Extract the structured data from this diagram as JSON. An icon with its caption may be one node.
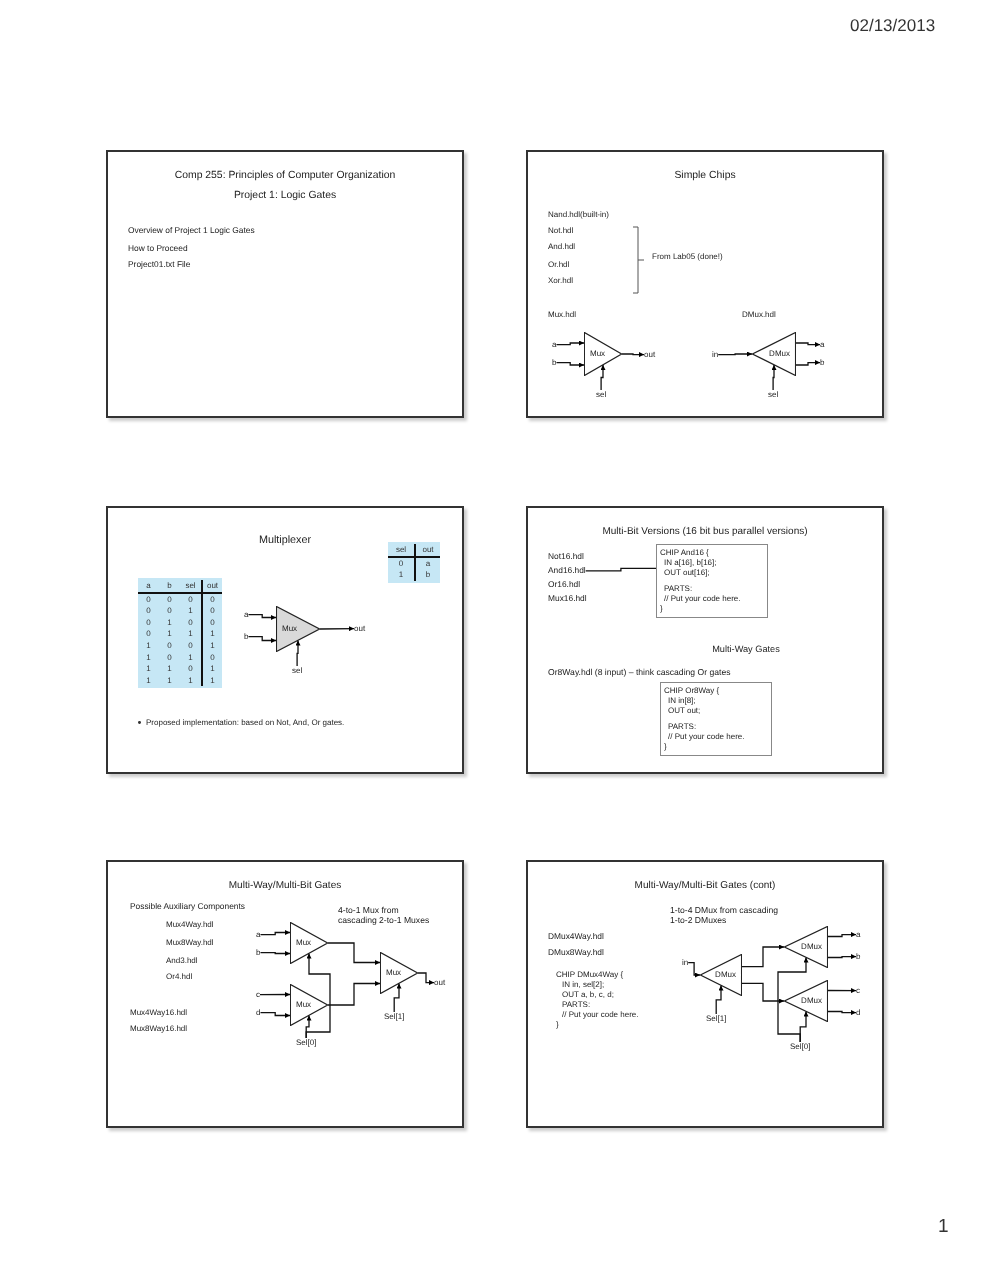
{
  "diagram": {
    "nodes": [
      {
        "text": [
          "Comp 255: Principles of Computer Organization",
          "Project 1: Logic Gates",
          "Overview of Project 1 Logic Gates",
          "How to Proceed",
          "Project01.txt File"
        ]
      },
      {
        "text": [
          "Simple Chips",
          "Nand.hdl(built-in)",
          "Not.hdl",
          "And.hdl",
          "Or.hdl",
          "Xor.hdl",
          "From Lab05 (done!)",
          "Mux.hdl",
          "DMux.hdl"
        ]
      },
      {
        "text": [
          "Mux"
        ],
        "in": 1
      },
      {
        "text": [
          "a"
        ],
        "in": 1
      },
      {
        "text": [
          "b"
        ],
        "in": 1
      },
      {
        "text": [
          "sel"
        ],
        "in": 1
      },
      {
        "text": [
          "out"
        ],
        "in": 1
      },
      {
        "text": [
          "DMux"
        ],
        "in": 1
      },
      {
        "text": [
          "in"
        ],
        "in": 1
      },
      {
        "text": [
          "a"
        ],
        "in": 1
      },
      {
        "text": [
          "b"
        ],
        "in": 1
      },
      {
        "text": [
          "sel"
        ],
        "in": 1
      },
      {
        "text": [
          "Multiplexer",
          "Proposed implementation: based on Not, And, Or gates."
        ]
      },
      {
        "text": [
          "a",
          "b",
          "sel",
          "out",
          "0",
          "0",
          "0",
          "0",
          "0",
          "0",
          "1",
          "0",
          "0",
          "1",
          "0",
          "0",
          "0",
          "1",
          "1",
          "1",
          "1",
          "0",
          "0",
          "1",
          "1",
          "0",
          "1",
          "0",
          "1",
          "1",
          "0",
          "1",
          "1",
          "1",
          "1",
          "1"
        ],
        "in": 12
      },
      {
        "text": [
          "sel",
          "out",
          "0",
          "a",
          "1",
          "b"
        ],
        "in": 12
      },
      {
        "text": [
          "Mux"
        ],
        "in": 12
      },
      {
        "text": [
          "a"
        ],
        "in": 12
      },
      {
        "text": [
          "b"
        ],
        "in": 12
      },
      {
        "text": [
          "sel"
        ],
        "in": 12
      },
      {
        "text": [
          "out"
        ],
        "in": 12
      },
      {
        "text": [
          "Multi-Bit Versions (16 bit bus parallel versions)",
          "Not16.hdl",
          "Or16.hdl",
          "Mux16.hdl",
          "Multi-Way Gates",
          "Or8Way.hdl  (8 input) – think cascading Or gates"
        ]
      },
      {
        "text": [
          "And16.hdl"
        ],
        "in": 20
      },
      {
        "text": [
          "CHIP And16 {",
          "IN a[16], b[16];",
          "OUT out[16];",
          "PARTS:",
          "// Put your code here.",
          "}"
        ],
        "in": 20
      },
      {
        "text": [
          "CHIP Or8Way {",
          "IN in[8];",
          "OUT out;",
          "PARTS:",
          "// Put your code here.",
          "}"
        ],
        "in": 20
      },
      {
        "text": [
          "Multi-Way/Multi-Bit Gates",
          "Possible Auxiliary  Components",
          "Mux4Way.hdl",
          "Mux8Way.hdl",
          "And3.hdl",
          "Or4.hdl",
          "Mux4Way16.hdl",
          "Mux8Way16.hdl",
          "4-to-1 Mux from cascading 2-to-1 Muxes"
        ]
      },
      {
        "text": [
          "Mux"
        ],
        "in": 24
      },
      {
        "text": [
          "Mux"
        ],
        "in": 24
      },
      {
        "text": [
          "Mux"
        ],
        "in": 24
      },
      {
        "text": [
          "a"
        ],
        "in": 24
      },
      {
        "text": [
          "b"
        ],
        "in": 24
      },
      {
        "text": [
          "c"
        ],
        "in": 24
      },
      {
        "text": [
          "d"
        ],
        "in": 24
      },
      {
        "text": [
          "out"
        ],
        "in": 24
      },
      {
        "text": [
          "Sel[1]"
        ],
        "in": 24
      },
      {
        "text": [
          "Sel[0]"
        ],
        "in": 24
      },
      {
        "text": [
          "Multi-Way/Multi-Bit Gates (cont)",
          "1-to-4 DMux from cascading 1-to-2 DMuxes",
          "DMux4Way.hdl",
          "DMux8Way.hdl",
          "CHIP DMux4Way {",
          "IN in, sel[2];",
          "OUT a, b, c, d;",
          "PARTS:",
          "// Put your code here.",
          "}"
        ]
      },
      {
        "text": [
          "DMux"
        ],
        "in": 35
      },
      {
        "text": [
          "DMux"
        ],
        "in": 35
      },
      {
        "text": [
          "DMux"
        ],
        "in": 35
      },
      {
        "text": [
          "in"
        ],
        "in": 35
      },
      {
        "text": [
          "a"
        ],
        "in": 35
      },
      {
        "text": [
          "b"
        ],
        "in": 35
      },
      {
        "text": [
          "c"
        ],
        "in": 35
      },
      {
        "text": [
          "d"
        ],
        "in": 35
      },
      {
        "text": [
          "Sel[1]"
        ],
        "in": 35
      },
      {
        "text": [
          "Sel[0]"
        ],
        "in": 35
      }
    ],
    "edges": [
      {
        "from": 3,
        "to": 2,
        "arrow": "to"
      },
      {
        "from": 4,
        "to": 2,
        "arrow": "to"
      },
      {
        "from": 5,
        "to": 2,
        "arrow": "to"
      },
      {
        "from": 2,
        "to": 6,
        "arrow": "to"
      },
      {
        "from": 8,
        "to": 7,
        "arrow": "to"
      },
      {
        "from": 7,
        "to": 9,
        "arrow": "to"
      },
      {
        "from": 7,
        "to": 10,
        "arrow": "to"
      },
      {
        "from": 11,
        "to": 7,
        "arrow": "to"
      },
      {
        "from": 16,
        "to": 15,
        "arrow": "to"
      },
      {
        "from": 17,
        "to": 15,
        "arrow": "to"
      },
      {
        "from": 18,
        "to": 15,
        "arrow": "to"
      },
      {
        "from": 15,
        "to": 19,
        "arrow": "to"
      },
      {
        "from": 21,
        "to": 22,
        "arrow": "none"
      },
      {
        "from": 28,
        "to": 25,
        "arrow": "to"
      },
      {
        "from": 29,
        "to": 25,
        "arrow": "to"
      },
      {
        "from": 30,
        "to": 26,
        "arrow": "to"
      },
      {
        "from": 31,
        "to": 26,
        "arrow": "to"
      },
      {
        "from": 34,
        "to": 25,
        "arrow": "to"
      },
      {
        "from": 34,
        "to": 26,
        "arrow": "to"
      },
      {
        "from": 25,
        "to": 27,
        "arrow": "to"
      },
      {
        "from": 26,
        "to": 27,
        "arrow": "to"
      },
      {
        "from": 33,
        "to": 27,
        "arrow": "to"
      },
      {
        "from": 27,
        "to": 32,
        "arrow": "to"
      },
      {
        "from": 39,
        "to": 36,
        "arrow": "to"
      },
      {
        "from": 36,
        "to": 37,
        "arrow": "to"
      },
      {
        "from": 36,
        "to": 38,
        "arrow": "to"
      },
      {
        "from": 37,
        "to": 40,
        "arrow": "to"
      },
      {
        "from": 37,
        "to": 41,
        "arrow": "to"
      },
      {
        "from": 38,
        "to": 42,
        "arrow": "to"
      },
      {
        "from": 38,
        "to": 43,
        "arrow": "to"
      },
      {
        "from": 44,
        "to": 36,
        "arrow": "to"
      },
      {
        "from": 45,
        "to": 37,
        "arrow": "to"
      },
      {
        "from": 45,
        "to": 38,
        "arrow": "to"
      }
    ],
    "labels": [
      "02/13/2013",
      "1"
    ]
  }
}
